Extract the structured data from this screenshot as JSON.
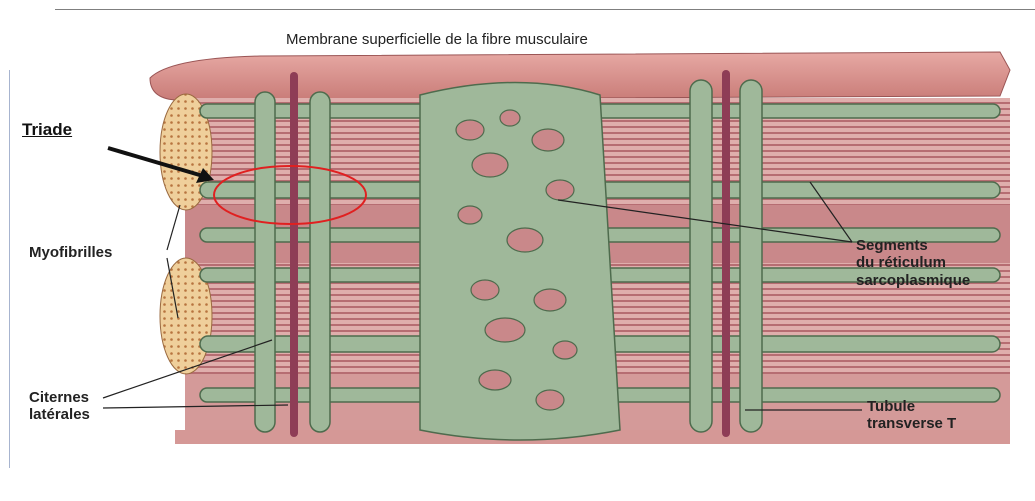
{
  "labels": {
    "title": "Membrane superficielle de la fibre musculaire",
    "triade": "Triade",
    "myofibrilles": "Myofibrilles",
    "citernes_line1": "Citernes",
    "citernes_line2": "latérales",
    "segments_line1": "Segments",
    "segments_line2": "du réticulum",
    "segments_line3": "sarcoplasmique",
    "tubule_line1": "Tubule",
    "tubule_line2": "transverse T"
  },
  "colors": {
    "membrane": "#d9948f",
    "myofibril_dark": "#b0666c",
    "myofibril_light": "#e2b3b1",
    "reticulum": "#9fb89a",
    "reticulum_edge": "#4e6b4d",
    "tubule": "#8e3d56",
    "fibre_end": "#e9c38c",
    "highlight_ellipse": "#e02020",
    "arrow": "#111111"
  }
}
